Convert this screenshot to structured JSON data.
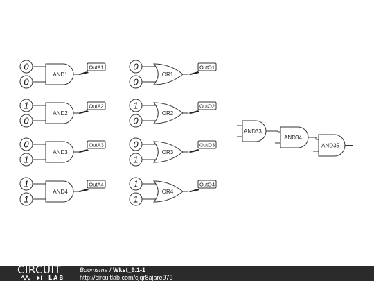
{
  "diagram": {
    "and_gates": [
      {
        "label": "AND1",
        "inputs": [
          "0",
          "0"
        ],
        "output": "OutA1"
      },
      {
        "label": "AND2",
        "inputs": [
          "1",
          "0"
        ],
        "output": "OutA2"
      },
      {
        "label": "AND3",
        "inputs": [
          "0",
          "1"
        ],
        "output": "OutA3"
      },
      {
        "label": "AND4",
        "inputs": [
          "1",
          "1"
        ],
        "output": "OutA4"
      }
    ],
    "or_gates": [
      {
        "label": "OR1",
        "inputs": [
          "0",
          "0"
        ],
        "output": "OutO1"
      },
      {
        "label": "OR2",
        "inputs": [
          "1",
          "0"
        ],
        "output": "OutO2"
      },
      {
        "label": "OR3",
        "inputs": [
          "0",
          "1"
        ],
        "output": "OutO3"
      },
      {
        "label": "OR4",
        "inputs": [
          "1",
          "1"
        ],
        "output": "OutO4"
      }
    ],
    "chain": [
      {
        "label": "AND33"
      },
      {
        "label": "AND34"
      },
      {
        "label": "AND35"
      }
    ]
  },
  "footer": {
    "logo_top": "CIRCUIT",
    "logo_bottom": "LAB",
    "author": "Boomsma",
    "separator": " / ",
    "title": "Wkst_9.1-1",
    "url": "http://circuitlab.com/cjqr8ajare979"
  }
}
